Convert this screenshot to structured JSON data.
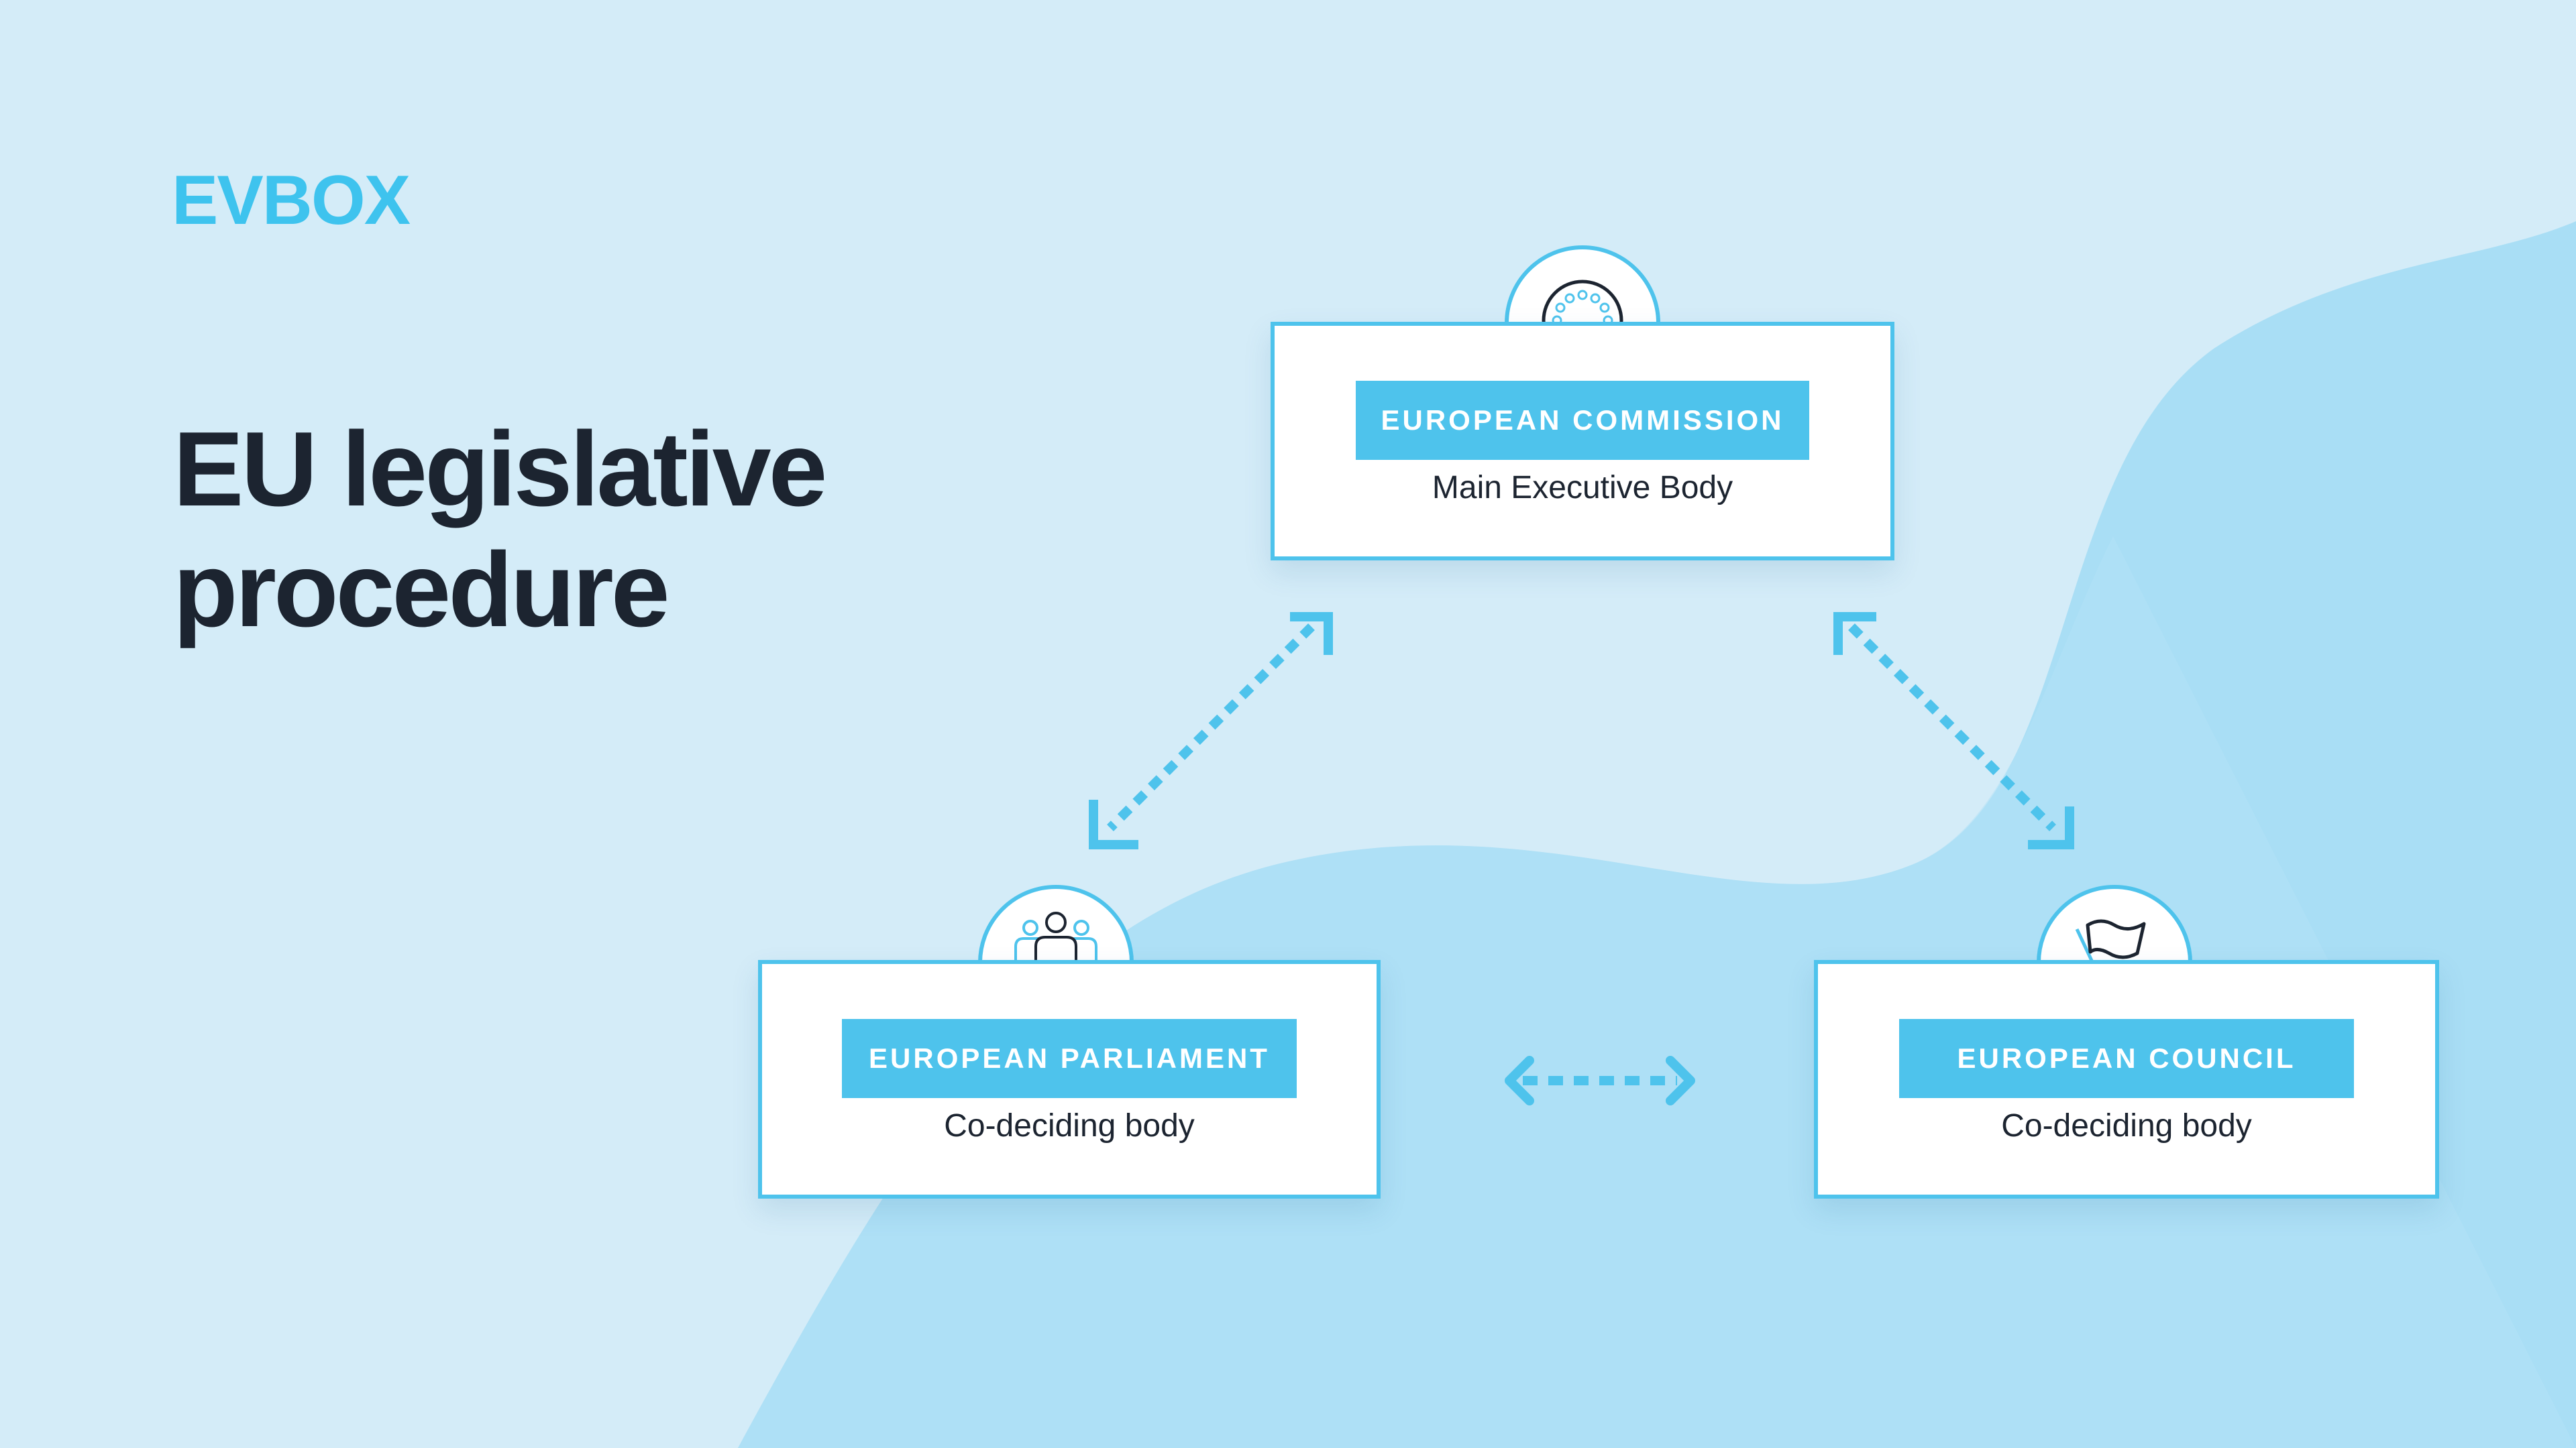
{
  "brand": {
    "logo_text": "EVBOX"
  },
  "page": {
    "title_line1": "EU legislative",
    "title_line2": "procedure"
  },
  "colors": {
    "background": "#d4ecf8",
    "wave": "#a6ddf4",
    "accent": "#4ec3ec",
    "text_dark": "#1c2430",
    "card": "#ffffff"
  },
  "nodes": [
    {
      "id": "commission",
      "title": "EUROPEAN COMMISSION",
      "subtitle": "Main Executive Body",
      "icon": "eu-stars-circle-icon"
    },
    {
      "id": "parliament",
      "title": "EUROPEAN PARLIAMENT",
      "subtitle": "Co-deciding body",
      "icon": "people-group-icon"
    },
    {
      "id": "council",
      "title": "EUROPEAN COUNCIL",
      "subtitle": "Co-deciding body",
      "icon": "flag-icon"
    }
  ],
  "edges": [
    {
      "from": "commission",
      "to": "parliament",
      "style": "dotted-double-arrow"
    },
    {
      "from": "commission",
      "to": "council",
      "style": "dotted-double-arrow"
    },
    {
      "from": "parliament",
      "to": "council",
      "style": "dotted-double-arrow"
    }
  ]
}
